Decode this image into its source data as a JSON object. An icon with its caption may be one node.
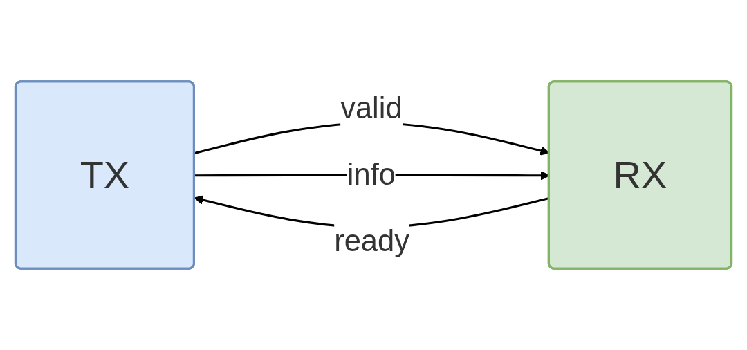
{
  "diagram": {
    "nodes": [
      {
        "text": [
          "TX"
        ]
      },
      {
        "text": [
          "RX"
        ]
      }
    ],
    "edges": [
      {
        "from": 0,
        "to": 1,
        "arrow": "to",
        "label": "valid"
      },
      {
        "from": 0,
        "to": 1,
        "arrow": "to",
        "label": "info"
      },
      {
        "from": 1,
        "to": 0,
        "arrow": "to",
        "label": "ready"
      }
    ]
  }
}
